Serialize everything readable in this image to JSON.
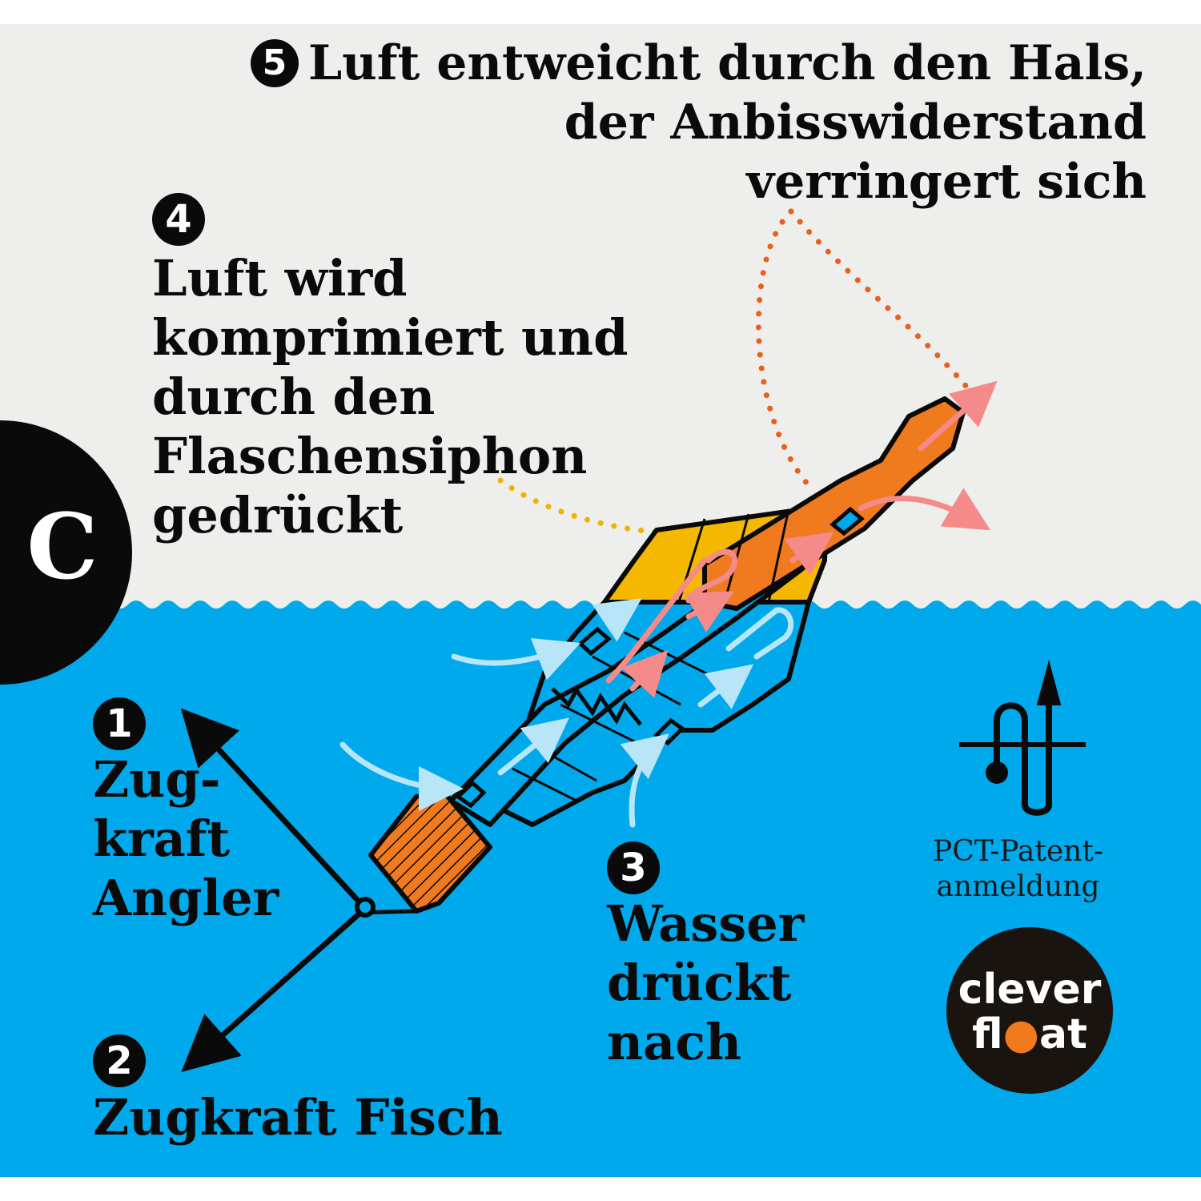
{
  "badge": {
    "letter": "C"
  },
  "callouts": {
    "air_escapes": {
      "number": "5",
      "lines": [
        "Luft entweicht durch den Hals,",
        "der Anbisswiderstand",
        "verringert sich"
      ]
    },
    "air_compressed": {
      "number": "4",
      "lines": [
        "Luft wird",
        "komprimiert und",
        "durch den",
        "Flaschensiphon",
        "gedrückt"
      ]
    },
    "pull_angler": {
      "number": "1",
      "lines": [
        "Zug-",
        "kraft",
        "Angler"
      ]
    },
    "pull_fish": {
      "number": "2",
      "text": "Zugkraft Fisch"
    },
    "water_pushes": {
      "number": "3",
      "lines": [
        "Wasser",
        "drückt",
        "nach"
      ]
    }
  },
  "patent": {
    "lines": [
      "PCT-Patent-",
      "anmeldung"
    ]
  },
  "logo": {
    "line1": "clever",
    "line2_a": "fl",
    "line2_dot": "●",
    "line2_b": "at"
  },
  "colors": {
    "sky": "#eeeeec",
    "water": "#00a9ec",
    "float_yellow": "#f5b800",
    "float_orange": "#f07a1e",
    "dotted_orange": "#e8601a",
    "dotted_yellow": "#f0b400",
    "air_arrow": "#f48a8a",
    "water_arrow": "#b8e6f8",
    "ink": "#0a0a0a"
  }
}
